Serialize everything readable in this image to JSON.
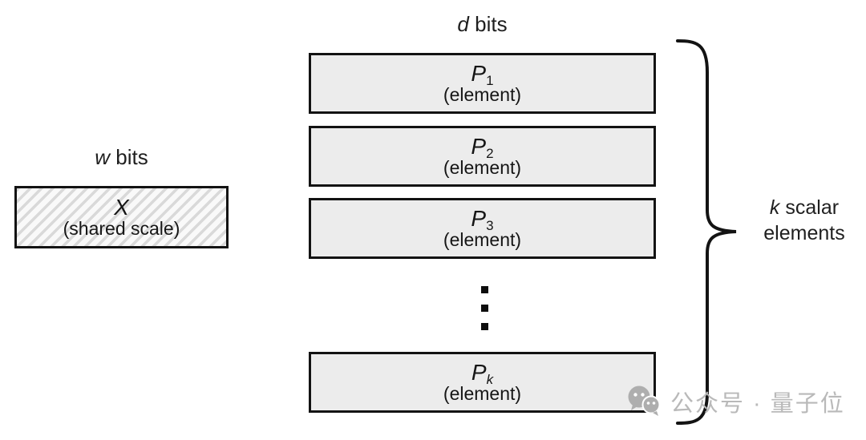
{
  "labels": {
    "d_bits": {
      "italic": "d",
      "rest": " bits"
    },
    "w_bits": {
      "italic": "w",
      "rest": " bits"
    }
  },
  "scale_block": {
    "title": "X",
    "caption": "(shared scale)"
  },
  "elements": [
    {
      "title": "P",
      "sub": "1",
      "caption": "(element)"
    },
    {
      "title": "P",
      "sub": "2",
      "caption": "(element)"
    },
    {
      "title": "P",
      "sub": "3",
      "caption": "(element)"
    },
    {
      "title": "P",
      "sub": "k",
      "caption": "(element)"
    }
  ],
  "brace_label": {
    "line1_italic": "k",
    "line1_rest": " scalar",
    "line2": "elements"
  },
  "watermark": {
    "logo": "wechat-icon",
    "text": "公众号 · 量子位"
  },
  "colors": {
    "box_fill": "#ececec",
    "box_border": "#131313",
    "hatch_line": "#d9d9d9",
    "text": "#1a1a1a",
    "watermark_gray": "#b9b9b9",
    "background": "#ffffff"
  }
}
